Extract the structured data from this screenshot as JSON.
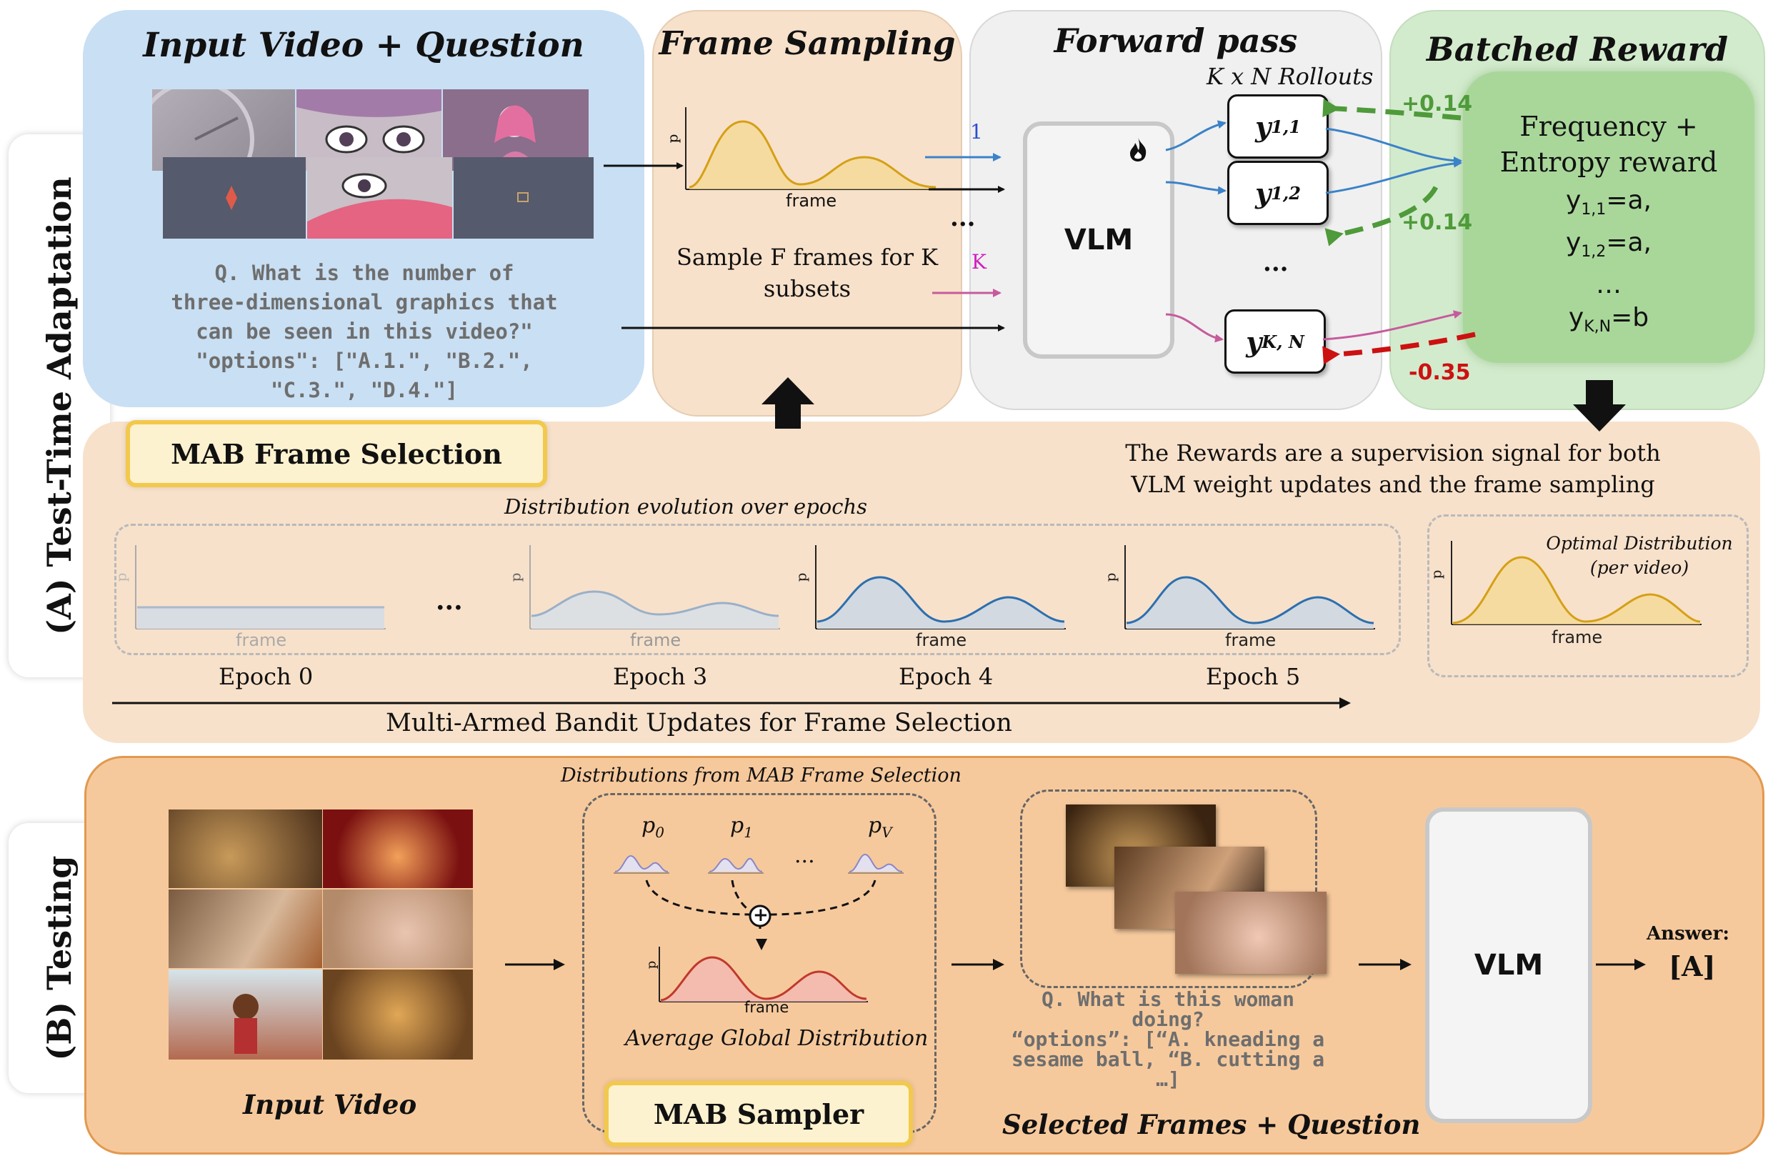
{
  "side_labels": {
    "a": "(A) Test-Time Adaptation",
    "b": "(B) Testing"
  },
  "input_panel": {
    "title": "Input Video + Question",
    "question_lines": [
      "Q. What is the number of",
      "three-dimensional graphics that",
      "can be seen in this video?\"",
      "\"options\": [\"A.1.\", \"B.2.\",",
      "\"C.3.\", \"D.4.\"]"
    ]
  },
  "sampling_panel": {
    "title": "Frame Sampling",
    "p_label": "p",
    "x_label": "frame",
    "caption_lines": [
      "Sample F frames for K",
      "subsets"
    ],
    "arrow_1": "1",
    "arrow_k": "K",
    "dots": "..."
  },
  "forward_panel": {
    "title": "Forward pass",
    "subtitle": "K x N Rollouts",
    "vlm_label": "VLM",
    "rollouts": [
      {
        "main": "y",
        "sub": "1,1"
      },
      {
        "main": "y",
        "sub": "1,2"
      },
      {
        "main": "y",
        "sub": "K, N"
      }
    ],
    "dots": "..."
  },
  "reward_panel": {
    "title": "Batched Reward",
    "box_lines": [
      "Frequency +",
      "Entropy reward"
    ],
    "equations": [
      {
        "main": "y",
        "sub": "1,1",
        "rest": "=a,"
      },
      {
        "main": "y",
        "sub": "1,2",
        "rest": "=a,"
      },
      {
        "main": "",
        "sub": "",
        "rest": "…"
      },
      {
        "main": "y",
        "sub": "K,N",
        "rest": "=b"
      }
    ],
    "rewards": [
      "+0.14",
      "+0.14",
      "-0.35"
    ]
  },
  "mab_section": {
    "tag": "MAB Frame Selection",
    "note_lines": [
      "The Rewards are a supervision signal for both",
      "VLM weight updates and the frame sampling"
    ],
    "evolution_title": "Distribution evolution over epochs",
    "p_label": "p",
    "x_label": "frame",
    "epochs": [
      "Epoch 0",
      "Epoch 3",
      "Epoch 4",
      "Epoch 5"
    ],
    "ellipsis": "...",
    "optimal_lines": [
      "Optimal Distribution",
      "(per video)"
    ],
    "bandit_caption": "Multi-Armed Bandit Updates for Frame Selection"
  },
  "testing": {
    "input_caption": "Input Video",
    "dist_title": "Distributions from MAB Frame Selection",
    "p_labels": [
      {
        "main": "p",
        "sub": "0"
      },
      {
        "main": "p",
        "sub": "1"
      },
      {
        "main": "p",
        "sub": "V"
      }
    ],
    "dots": "...",
    "plus": "+",
    "avg_caption": "Average Global Distribution",
    "p_label": "p",
    "x_label": "frame",
    "sampler_tag": "MAB Sampler",
    "question_lines": [
      "Q. What is this woman",
      "doing?",
      "“options”: [“A. kneading a",
      "sesame ball, “B. cutting a",
      "…]"
    ],
    "selected_caption": "Selected Frames + Question",
    "vlm_label": "VLM",
    "answer_label": "Answer:",
    "answer_value": "[A]"
  },
  "colors": {
    "blue_arrow": "#3b82c8",
    "pink_arrow": "#c65b9c",
    "green_reward": "#4f9a3a",
    "red_reward": "#cc1111",
    "gold_curve": "#d4a017",
    "blue_curve": "#2c6fb0",
    "red_curve": "#c0392b"
  }
}
